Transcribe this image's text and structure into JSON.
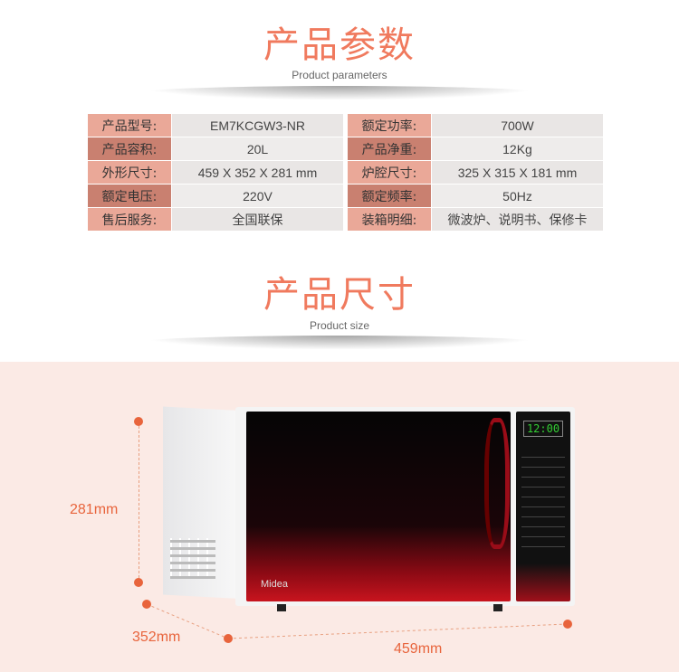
{
  "params": {
    "title": "产品参数",
    "subtitle": "Product parameters",
    "left": [
      {
        "label": "产品型号:",
        "value": "EM7KCGW3-NR"
      },
      {
        "label": "产品容积:",
        "value": "20L"
      },
      {
        "label": "外形尺寸:",
        "value": "459 X 352 X 281 mm"
      },
      {
        "label": "额定电压:",
        "value": "220V"
      },
      {
        "label": "售后服务:",
        "value": "全国联保"
      }
    ],
    "right": [
      {
        "label": "额定功率:",
        "value": "700W"
      },
      {
        "label": "产品净重:",
        "value": "12Kg"
      },
      {
        "label": "炉腔尺寸:",
        "value": "325 X 315 X 181 mm"
      },
      {
        "label": "额定频率:",
        "value": "50Hz"
      },
      {
        "label": "装箱明细:",
        "value": "微波炉、说明书、保修卡"
      }
    ]
  },
  "size": {
    "title": "产品尺寸",
    "subtitle": "Product size",
    "height": "281mm",
    "depth": "352mm",
    "width": "459mm",
    "display": "12:00",
    "brand": "Midea"
  }
}
